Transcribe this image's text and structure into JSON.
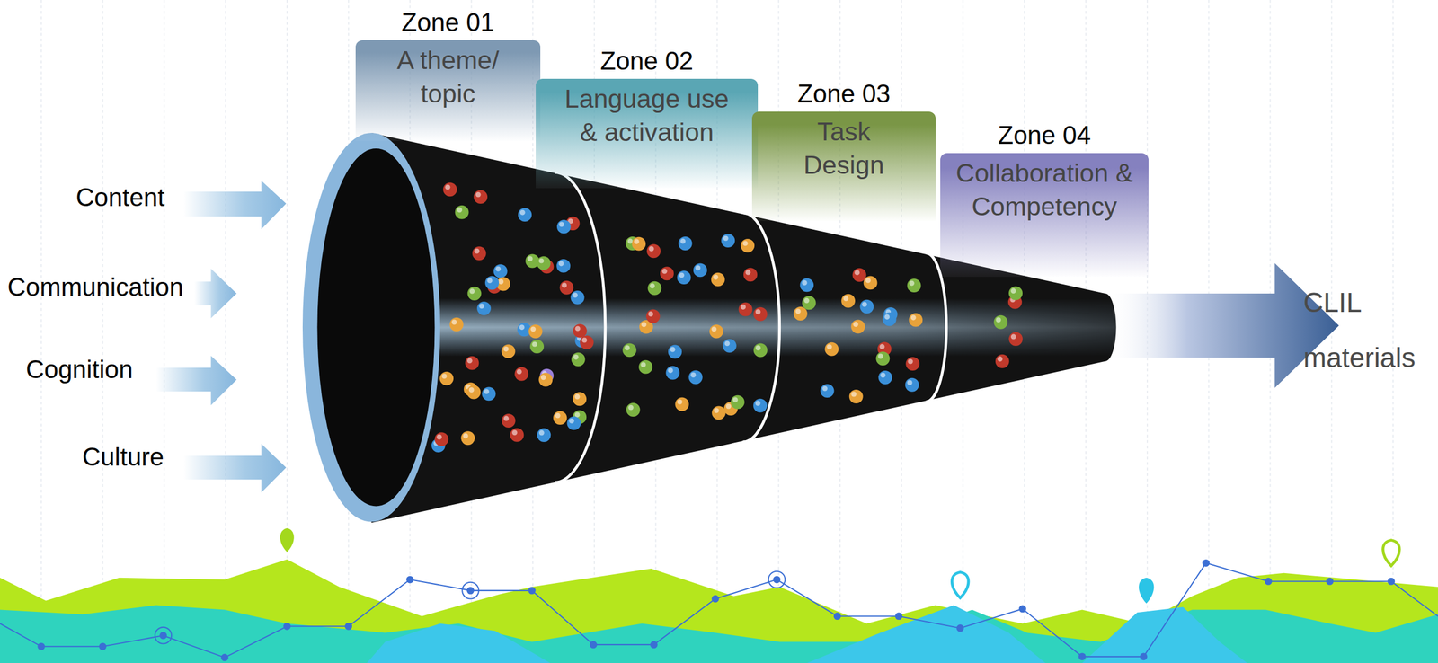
{
  "diagram": {
    "nodes": [
      {
        "text": [
          "Zone 01",
          "A theme/ topic"
        ]
      },
      {
        "text": [
          "Zone 02",
          "Language use & activation"
        ]
      },
      {
        "text": [
          "Zone 03",
          "Task Design"
        ]
      },
      {
        "text": [
          "Zone 04",
          "Collaboration & Competency"
        ]
      },
      {
        "text": [
          "CLIL materials"
        ]
      }
    ],
    "labels": [
      "Content",
      "Communication",
      "Cognition",
      "Culture"
    ]
  }
}
